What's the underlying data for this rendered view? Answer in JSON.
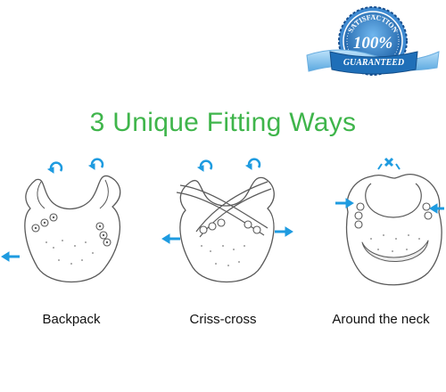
{
  "badge": {
    "arc_text": "SATISFACTION",
    "percent": "100%",
    "ribbon_text": "GUARANTEED"
  },
  "headline": "3 Unique Fitting Ways",
  "ways": [
    {
      "caption": "Backpack",
      "icon": "bib-backpack-illustration"
    },
    {
      "caption": "Criss-cross",
      "icon": "bib-crisscross-illustration"
    },
    {
      "caption": "Around the neck",
      "icon": "bib-neck-illustration"
    }
  ],
  "colors": {
    "headline": "#3fb54b",
    "badge_blue": "#1f6fb8",
    "arrow_blue": "#1e9be0",
    "outline": "#5a5a5a"
  }
}
